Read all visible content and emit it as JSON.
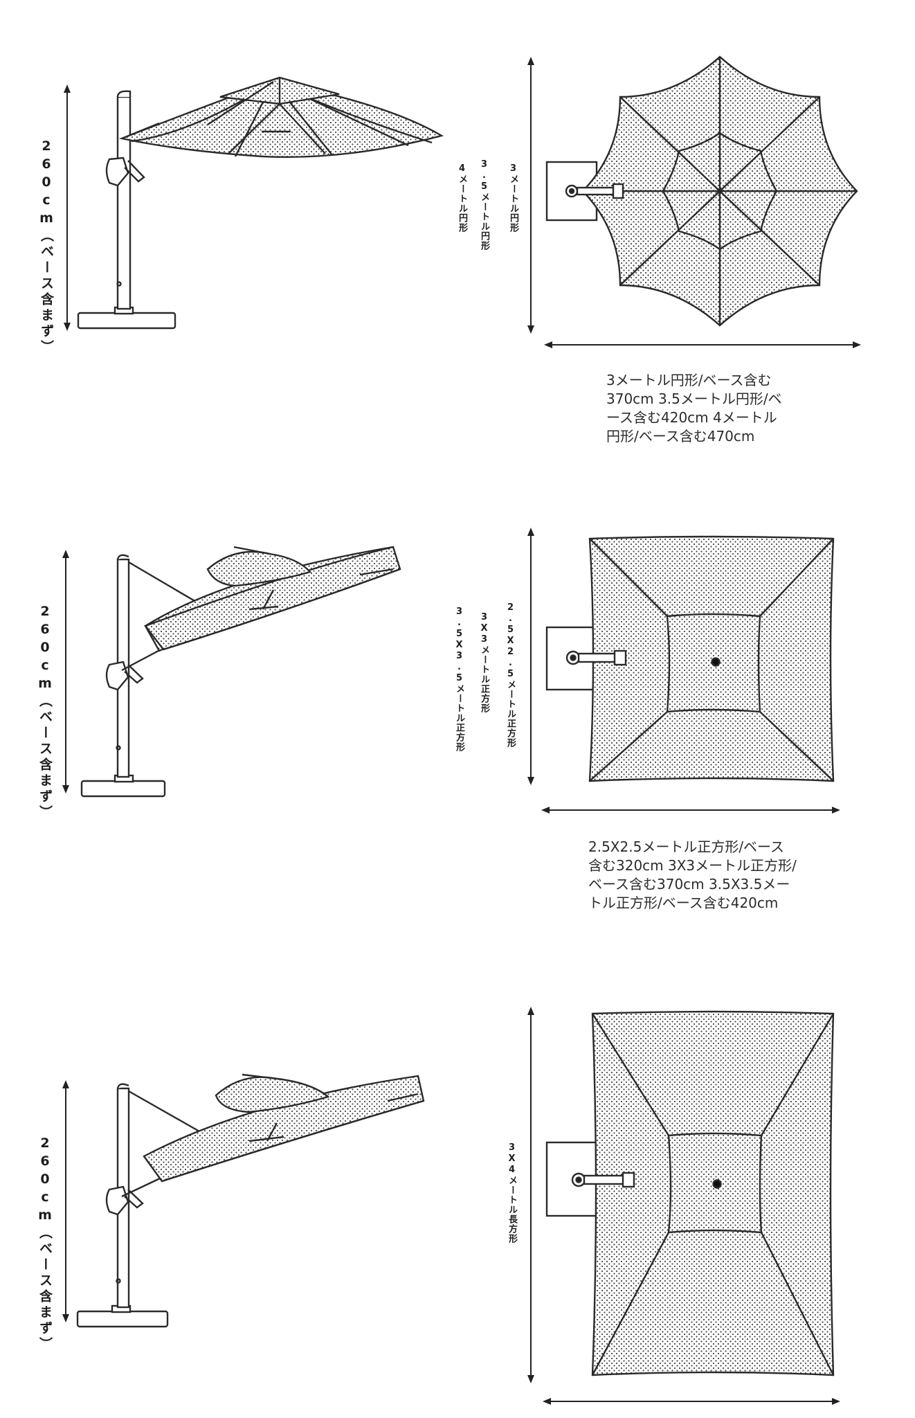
{
  "sections": [
    {
      "side_height_label": "260cm（ベース含まず）",
      "size_labels": [
        "4メートル円形",
        "3.5メートル円形",
        "3メートル円形"
      ],
      "caption_lines": [
        "3メートル円形/ベース含む",
        "370cm 3.5メートル円形/ベ",
        "ース含む420cm 4メートル",
        "円形/ベース含む470cm"
      ]
    },
    {
      "side_height_label": "260cm（ベース含まず）",
      "size_labels": [
        "3.5X3.5メートル正方形",
        "3X3メートル正方形",
        "2.5X2.5メートル正方形"
      ],
      "caption_lines": [
        "2.5X2.5メートル正方形/ベース",
        "含む320cm 3X3メートル正方形/",
        "ベース含む370cm 3.5X3.5メー",
        "トル正方形/ベース含む420cm"
      ]
    },
    {
      "side_height_label": "260cm（ベース含まず）",
      "size_labels": [
        "3X4メートル長方形"
      ],
      "caption_lines": []
    }
  ],
  "colors": {
    "line": "#2a2a2a",
    "dots": "#444444",
    "background": "#ffffff"
  },
  "icons": [
    "cantilever-umbrella-side-view",
    "umbrella-top-view",
    "dimension-arrow"
  ]
}
